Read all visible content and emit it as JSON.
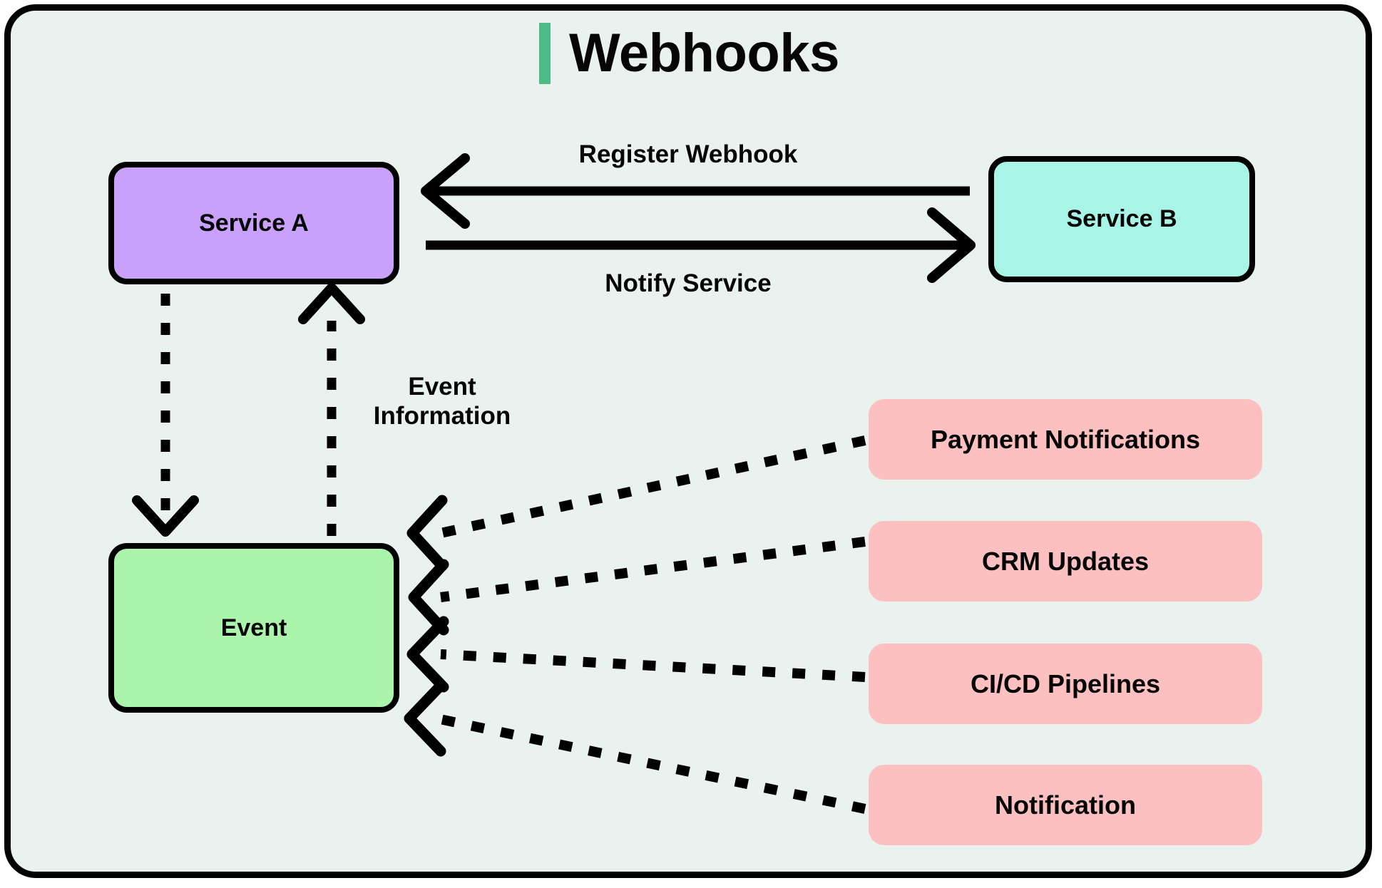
{
  "diagram": {
    "title": "Webhooks",
    "accent_color": "#4fba85",
    "background_color": "#eaf2ef",
    "border_color": "#000000",
    "nodes": [
      {
        "id": "service-a",
        "label": "Service A",
        "color": "#c9a0fa",
        "shape": "rounded-rect-bordered"
      },
      {
        "id": "service-b",
        "label": "Service B",
        "color": "#a8f5e8",
        "shape": "rounded-rect-bordered"
      },
      {
        "id": "event",
        "label": "Event",
        "color": "#aaf5ab",
        "shape": "rounded-rect-bordered"
      }
    ],
    "consumers": [
      {
        "id": "payment",
        "label": "Payment Notifications",
        "color": "#fcc0c0"
      },
      {
        "id": "crm",
        "label": "CRM Updates",
        "color": "#fcc0c0"
      },
      {
        "id": "cicd",
        "label": "CI/CD Pipelines",
        "color": "#fcc0c0"
      },
      {
        "id": "notification",
        "label": "Notification",
        "color": "#fcc0c0"
      }
    ],
    "edges": [
      {
        "id": "register-webhook",
        "label": "Register Webhook",
        "from": "service-b",
        "to": "service-a",
        "style": "solid",
        "direction": "left"
      },
      {
        "id": "notify-service",
        "label": "Notify Service",
        "from": "service-a",
        "to": "service-b",
        "style": "solid",
        "direction": "right"
      },
      {
        "id": "service-a-to-event",
        "label": "",
        "from": "service-a",
        "to": "event",
        "style": "dotted",
        "direction": "down"
      },
      {
        "id": "event-to-service-a",
        "label": "Event\nInformation",
        "from": "event",
        "to": "service-a",
        "style": "dotted",
        "direction": "up"
      },
      {
        "id": "payment-to-event",
        "label": "",
        "from": "payment",
        "to": "event",
        "style": "dotted",
        "direction": "left"
      },
      {
        "id": "crm-to-event",
        "label": "",
        "from": "crm",
        "to": "event",
        "style": "dotted",
        "direction": "left"
      },
      {
        "id": "cicd-to-event",
        "label": "",
        "from": "cicd",
        "to": "event",
        "style": "dotted",
        "direction": "left"
      },
      {
        "id": "notification-to-event",
        "label": "",
        "from": "notification",
        "to": "event",
        "style": "dotted",
        "direction": "left"
      }
    ]
  }
}
